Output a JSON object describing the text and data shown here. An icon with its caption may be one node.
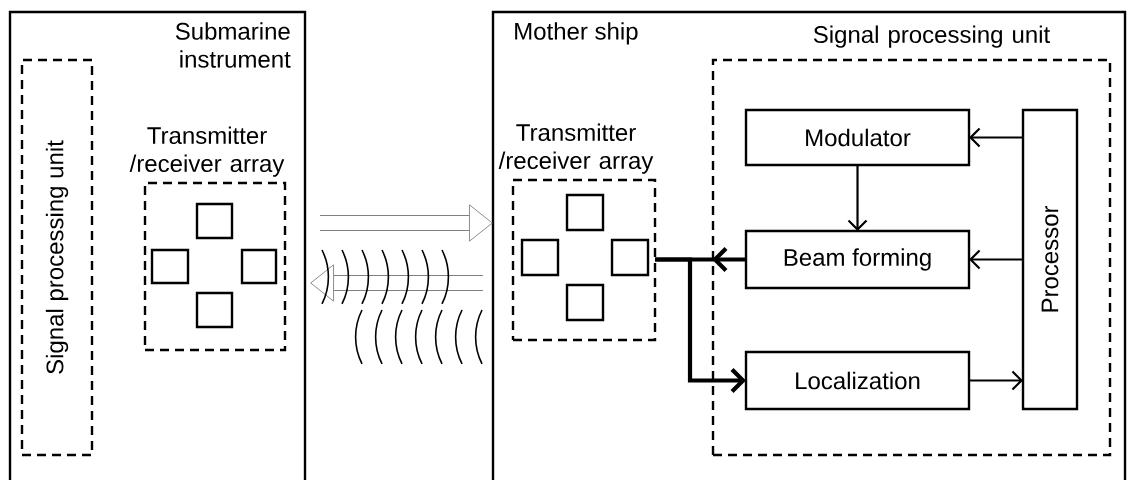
{
  "diagram": {
    "nodes": [
      {
        "text": [
          "Submarine instrument"
        ]
      },
      {
        "text": [
          "Signal processing unit"
        ],
        "in": 0
      },
      {
        "text": [
          "Transmitter /receiver array"
        ],
        "in": 0
      },
      {
        "text": [],
        "shape": "box",
        "in": 2
      },
      {
        "text": [],
        "shape": "box",
        "in": 2
      },
      {
        "text": [],
        "shape": "box",
        "in": 2
      },
      {
        "text": [],
        "shape": "box",
        "in": 2
      },
      {
        "text": [
          "Mother ship"
        ]
      },
      {
        "text": [
          "Transmitter /receiver array"
        ],
        "in": 7
      },
      {
        "text": [],
        "shape": "box",
        "in": 8
      },
      {
        "text": [],
        "shape": "box",
        "in": 8
      },
      {
        "text": [],
        "shape": "box",
        "in": 8
      },
      {
        "text": [],
        "shape": "box",
        "in": 8
      },
      {
        "text": [
          "Signal processing unit"
        ],
        "in": 7
      },
      {
        "text": [
          "Modulator"
        ],
        "in": 13
      },
      {
        "text": [
          "Beam forming"
        ],
        "in": 13
      },
      {
        "text": [
          "Localization"
        ],
        "in": 13
      },
      {
        "text": [
          "Processor"
        ],
        "in": 13
      }
    ],
    "edges": [
      {
        "from": 0,
        "to": 7,
        "arrow": "to",
        "style": "thick",
        "color": "#808080"
      },
      {
        "from": 7,
        "to": 0,
        "arrow": "to",
        "style": "thick",
        "color": "#808080"
      },
      {
        "from": 17,
        "to": 14,
        "arrow": "to"
      },
      {
        "from": 14,
        "to": 15,
        "arrow": "to"
      },
      {
        "from": 17,
        "to": 15,
        "arrow": "to"
      },
      {
        "from": 15,
        "to": 8,
        "arrow": "to",
        "style": "thick"
      },
      {
        "from": 8,
        "to": 16,
        "arrow": "to",
        "style": "thick"
      },
      {
        "from": 16,
        "to": 17,
        "arrow": "to"
      }
    ]
  }
}
